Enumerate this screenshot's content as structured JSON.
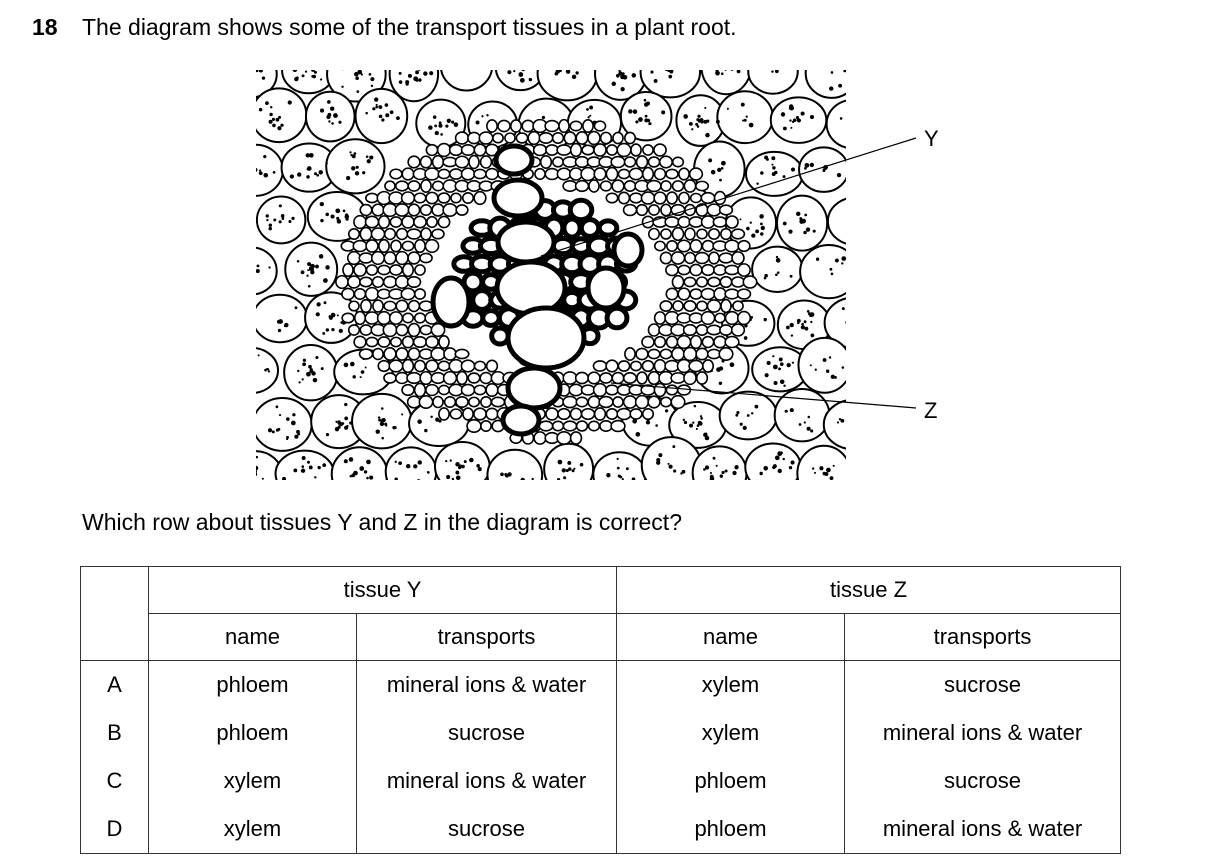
{
  "question": {
    "number": "18",
    "text": "The diagram shows some of the transport tissues in a plant root.",
    "prompt": "Which row about tissues Y and Z in the diagram is correct?"
  },
  "diagram": {
    "label_y": "Y",
    "label_z": "Z",
    "line_color": "#000000"
  },
  "table": {
    "group_headers": [
      "tissue Y",
      "tissue Z"
    ],
    "sub_headers": [
      "name",
      "transports",
      "name",
      "transports"
    ],
    "rows": [
      {
        "label": "A",
        "cells": [
          "phloem",
          "mineral ions & water",
          "xylem",
          "sucrose"
        ]
      },
      {
        "label": "B",
        "cells": [
          "phloem",
          "sucrose",
          "xylem",
          "mineral ions & water"
        ]
      },
      {
        "label": "C",
        "cells": [
          "xylem",
          "mineral ions & water",
          "phloem",
          "sucrose"
        ]
      },
      {
        "label": "D",
        "cells": [
          "xylem",
          "sucrose",
          "phloem",
          "mineral ions & water"
        ]
      }
    ]
  }
}
